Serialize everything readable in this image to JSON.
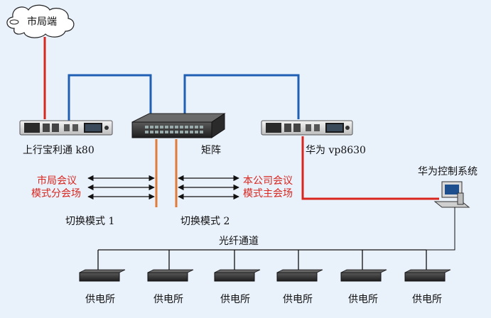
{
  "nodes": {
    "city_end": "市局端",
    "device_left": "上行宝利通 k80",
    "matrix": "矩阵",
    "device_right": "华为 vp8630",
    "control_system": "华为控制系统",
    "fiber_channel": "光纤通道"
  },
  "modes": {
    "left_text_line1": "市局会议",
    "left_text_line2": "模式分会场",
    "right_text_line1": "本公司会议",
    "right_text_line2": "模式主会场",
    "switch_mode_1": "切换模式 1",
    "switch_mode_2": "切换模式 2"
  },
  "substations": [
    "供电所",
    "供电所",
    "供电所",
    "供电所",
    "供电所",
    "供电所"
  ],
  "colors": {
    "background": "#e9f1fb",
    "red_link": "#d8251d",
    "blue_link": "#1f5fb4",
    "orange_link": "#e07b39",
    "text_red": "#d8251d"
  }
}
